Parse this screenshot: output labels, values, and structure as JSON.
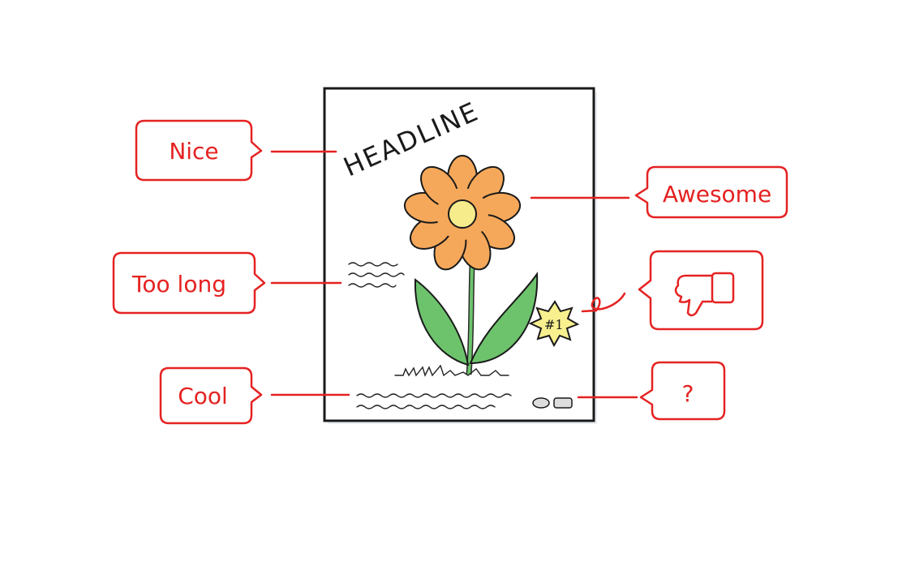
{
  "poster": {
    "headline": "HEADLINE",
    "badge": "#1"
  },
  "callouts": {
    "nice": "Nice",
    "too_long": "Too long",
    "cool": "Cool",
    "awesome": "Awesome",
    "thumbs_down_icon": "thumbs-down-icon",
    "question": "?"
  },
  "colors": {
    "callout": "#e52222",
    "petal": "#f5a85a",
    "center": "#f7ec8c",
    "leaf": "#6cc36c",
    "star": "#f8ef8e"
  }
}
